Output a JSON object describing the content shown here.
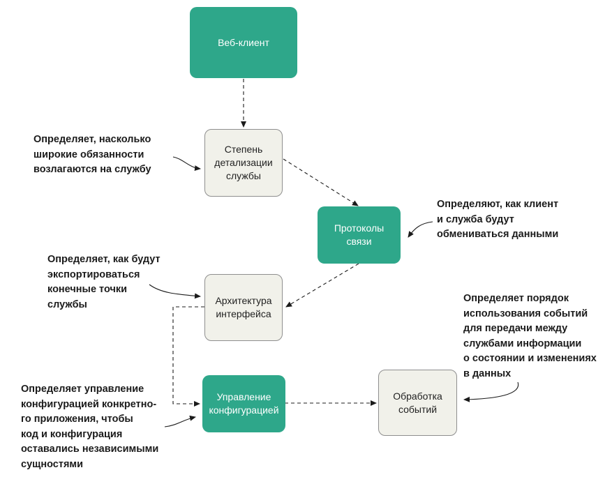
{
  "nodes": {
    "web_client": "Веб-клиент",
    "granularity": "Степень\nдетализации\nслужбы",
    "protocols": "Протоколы\nсвязи",
    "interface_arch": "Архитектура\nинтерфейса",
    "config_mgmt": "Управление\nконфигурацией",
    "event_processing": "Обработка\nсобытий"
  },
  "notes": {
    "granularity": "Определяет, насколько\nширокие обязанности\nвозлагаются на службу",
    "protocols": "Определяют, как клиент\nи служба будут\nобмениваться данными",
    "interface_arch": "Определяет, как будут\nэкспортироваться\nконечные точки\nслужбы",
    "event_processing": "Определяет порядок\nиспользования событий\nдля передачи между\nслужбами информации\nо состоянии и изменениях\nв данных",
    "config_mgmt": "Определяет управление\nконфигурацией конкретно-\nго приложения, чтобы\nкод и конфигурация\nоставались независимыми\nсущностями"
  },
  "colors": {
    "teal": "#2ea78a",
    "gray_fill": "#f1f1ea",
    "gray_border": "#8e8e8e",
    "line": "#1b1b1b"
  }
}
